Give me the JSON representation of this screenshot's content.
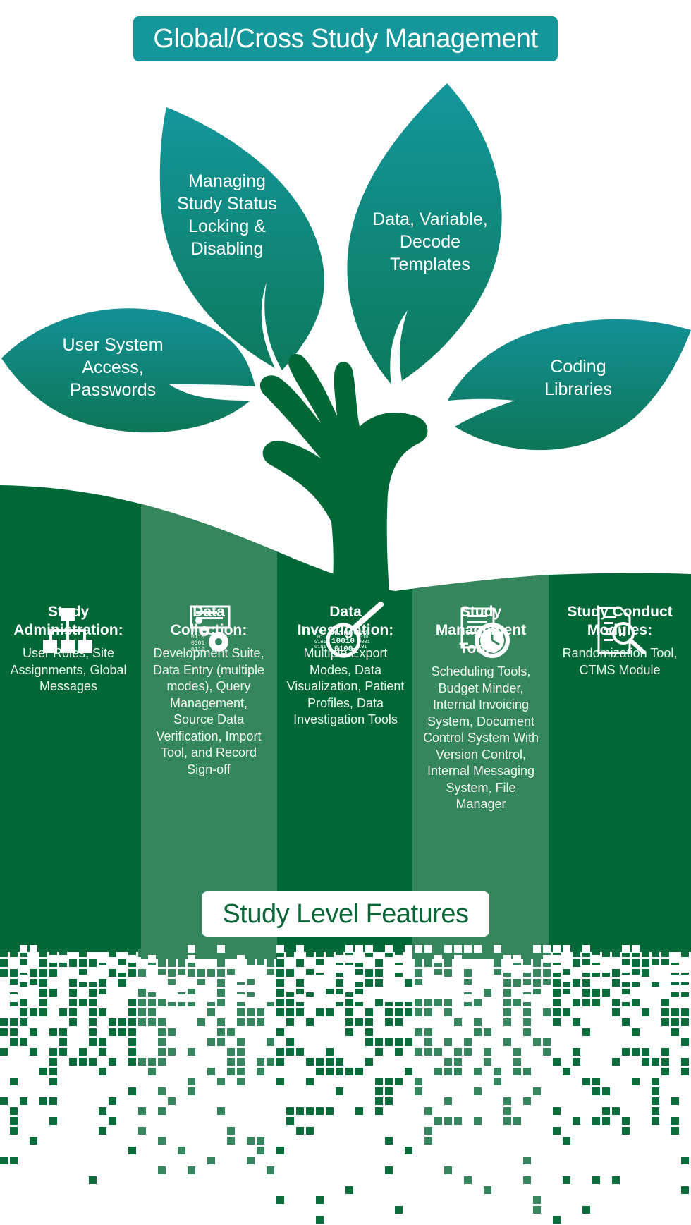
{
  "header": {
    "title": "Global/Cross Study Management"
  },
  "leaves": [
    {
      "label": "User System\nAccess,\nPasswords"
    },
    {
      "label": "Managing\nStudy Status\nLocking &\nDisabling"
    },
    {
      "label": "Data, Variable,\nDecode\nTemplates"
    },
    {
      "label": "Coding\nLibraries"
    }
  ],
  "columns": [
    {
      "icon": "org-chart-icon",
      "title": "Study\nAdministration:",
      "desc": "User Roles, Site\nAssignments, Global\nMessages"
    },
    {
      "icon": "form-gears-icon",
      "title": "Data\nCollection:",
      "desc": "Development Suite,\nData Entry (multiple\nmodes), Query\nManagement,\nSource Data\nVerification, Import\nTool, and Record\nSign-off"
    },
    {
      "icon": "binary-magnifier-icon",
      "title": "Data\nInvestigation:",
      "desc": "Multiple Export\nModes, Data\nVisualization, Patient\nProfiles, Data\nInvestigation Tools"
    },
    {
      "icon": "document-clock-icon",
      "title": "Study\nManagement\nTools:",
      "desc": "Scheduling Tools,\nBudget Minder,\nInternal Invoicing\nSystem,  Document\nControl System With\nVersion Control,\nInternal Messaging\nSystem, File\nManager"
    },
    {
      "icon": "document-search-icon",
      "title": "Study Conduct\nModules:",
      "desc": "Randomization Tool,\nCTMS Module"
    }
  ],
  "footer": {
    "title": "Study Level Features"
  },
  "icon_strings": {
    "binary_left": "0101\n01\n0101\n0101",
    "binary_mid": "0100\n10010\n0100",
    "binary_right": "1001\n010\n0001\n101",
    "form_bits": "01\n0110\n0001\n0110"
  },
  "colors": {
    "teal": "#14969b",
    "dark_green": "#006837",
    "mid_green": "#35865c",
    "white": "#ffffff"
  }
}
